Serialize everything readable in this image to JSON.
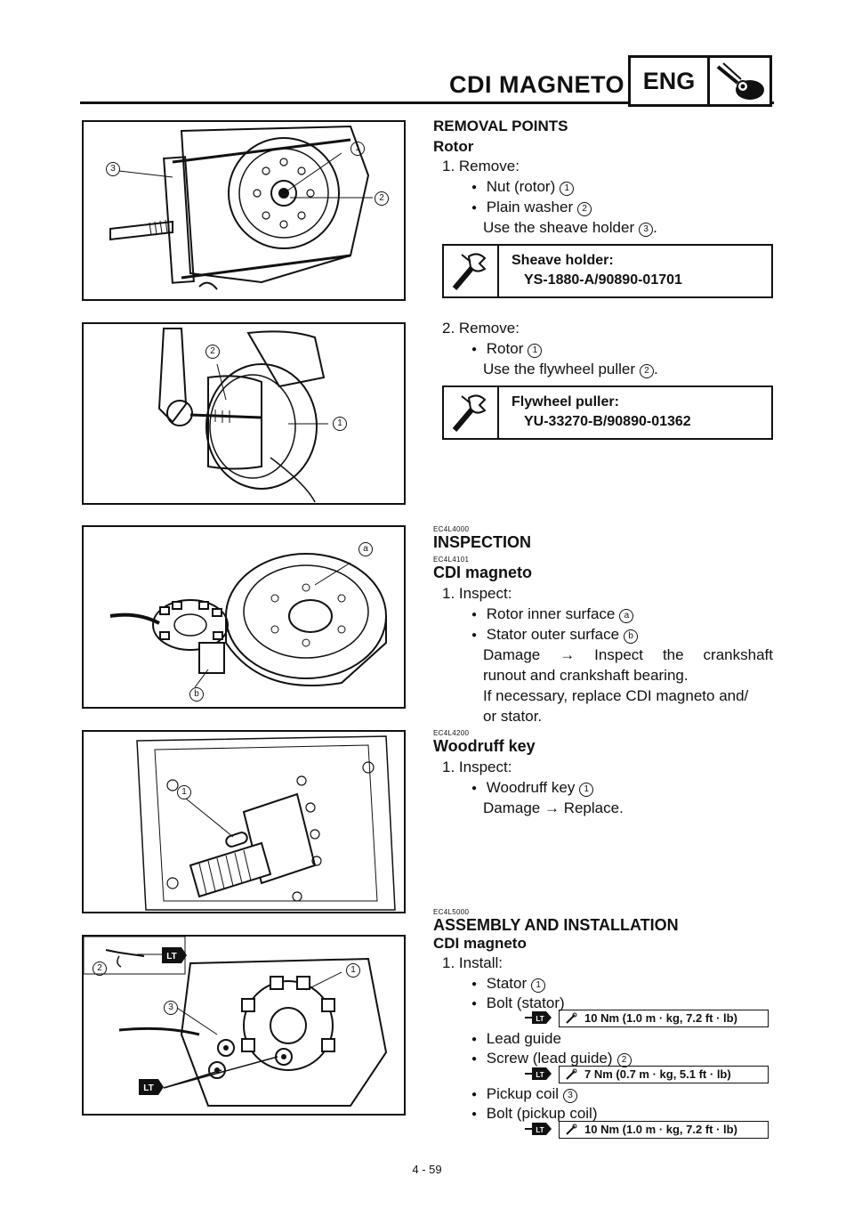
{
  "header": {
    "title": "CDI MAGNETO",
    "badge": "ENG",
    "icon": "engine-icon"
  },
  "illustrations": [
    {
      "name": "rotor-removal-illustration",
      "callouts": [
        "1",
        "2",
        "3"
      ]
    },
    {
      "name": "flywheel-puller-illustration",
      "callouts": [
        "1",
        "2"
      ]
    },
    {
      "name": "rotor-stator-illustration",
      "callouts": [
        "a",
        "b"
      ]
    },
    {
      "name": "woodruff-key-illustration",
      "callouts": [
        "1"
      ]
    },
    {
      "name": "cdi-assembly-illustration",
      "callouts": [
        "1",
        "2",
        "3"
      ],
      "badges": [
        "LT",
        "LT"
      ]
    }
  ],
  "removal": {
    "heading": "REMOVAL POINTS",
    "subheading": "Rotor",
    "step1": {
      "num": "1. Remove:",
      "items": [
        {
          "text": "Nut (rotor)",
          "ref": "1"
        },
        {
          "text": "Plain washer",
          "ref": "2"
        }
      ],
      "note": "Use the sheave holder",
      "note_ref": "3"
    },
    "tool1": {
      "label": "Sheave holder:",
      "part": "YS-1880-A/90890-01701"
    },
    "step2": {
      "num": "2. Remove:",
      "items": [
        {
          "text": "Rotor",
          "ref": "1"
        }
      ],
      "note": "Use the flywheel puller",
      "note_ref": "2"
    },
    "tool2": {
      "label": "Flywheel puller:",
      "part": "YU-33270-B/90890-01362"
    }
  },
  "inspection": {
    "code": "EC4L4000",
    "heading": "INSPECTION",
    "sub_code": "EC4L4101",
    "subheading": "CDI magneto",
    "num": "1. Inspect:",
    "items": [
      {
        "text": "Rotor inner surface",
        "ref": "a"
      },
      {
        "text": "Stator outer surface",
        "ref": "b"
      }
    ],
    "damage_lines": [
      "Damage → Inspect the crankshaft",
      "runout and crankshaft bearing.",
      "If necessary, replace CDI magneto and/",
      "or stator."
    ]
  },
  "woodruff": {
    "code": "EC4L4200",
    "heading": "Woodruff key",
    "num": "1. Inspect:",
    "item": {
      "text": "Woodruff key",
      "ref": "1"
    },
    "damage": "Damage → Replace."
  },
  "assembly": {
    "code": "EC4L5000",
    "heading": "ASSEMBLY AND INSTALLATION",
    "subheading": "CDI magneto",
    "num": "1. Install:",
    "items": [
      {
        "text": "Stator",
        "ref": "1"
      },
      {
        "text": "Bolt (stator)"
      },
      {
        "text": "Lead guide"
      },
      {
        "text": "Screw (lead guide)",
        "ref": "2"
      },
      {
        "text": "Pickup coil",
        "ref": "3"
      },
      {
        "text": "Bolt (pickup coil)"
      }
    ],
    "torques": [
      "10 Nm (1.0 m · kg, 7.2 ft · lb)",
      "7 Nm (0.7 m · kg, 5.1 ft · lb)",
      "10 Nm (1.0 m · kg, 7.2 ft · lb)"
    ],
    "lt_label": "LT"
  },
  "footer": {
    "page": "4 - 59"
  }
}
